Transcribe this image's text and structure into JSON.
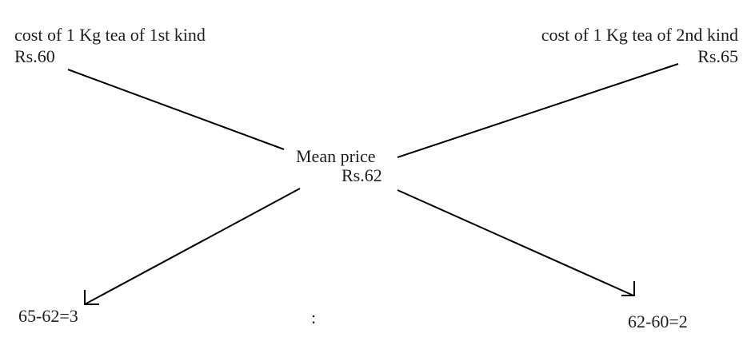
{
  "diagram": {
    "top_left": {
      "title": "cost of 1 Kg tea of 1st kind",
      "price": "Rs.60"
    },
    "top_right": {
      "title": "cost of 1 Kg tea of 2nd kind",
      "price": "Rs.65"
    },
    "center": {
      "label": "Mean price",
      "price": "Rs.62"
    },
    "bottom_left": {
      "difference": "65-62=3"
    },
    "bottom_right": {
      "difference": "62-60=2"
    },
    "ratio_separator": ":"
  },
  "colors": {
    "text": "#1d1d1d",
    "line": "#000000",
    "background": "#ffffff"
  }
}
